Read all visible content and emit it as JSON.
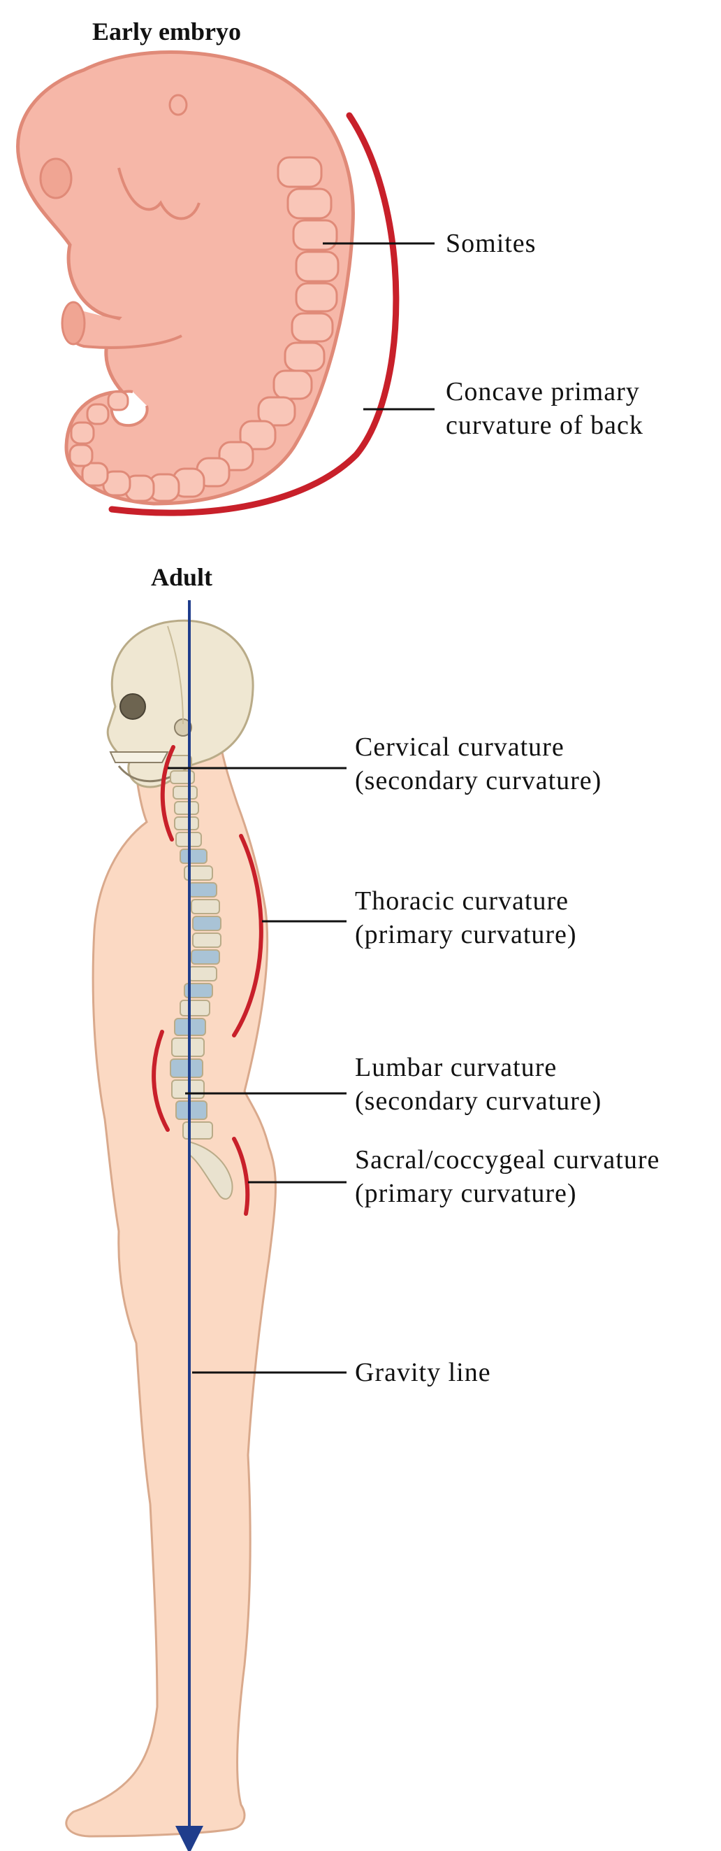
{
  "embryo": {
    "title": "Early embryo",
    "labels": {
      "somites": "Somites",
      "concave_line1": "Concave primary",
      "concave_line2": "curvature of back"
    }
  },
  "adult": {
    "title": "Adult",
    "labels": {
      "cervical_line1": "Cervical curvature",
      "cervical_line2": "(secondary curvature)",
      "thoracic_line1": "Thoracic curvature",
      "thoracic_line2": "(primary curvature)",
      "lumbar_line1": "Lumbar curvature",
      "lumbar_line2": "(secondary curvature)",
      "sacral_line1": "Sacral/coccygeal curvature",
      "sacral_line2": "(primary curvature)",
      "gravity": "Gravity line"
    }
  },
  "colors": {
    "curvature_marker": "#c8202a",
    "gravity_line": "#1f3d8c",
    "leader_line": "#111111",
    "embryo_fill": "#f6b7a8",
    "embryo_outline": "#e08a78",
    "skin_fill": "#fbd9c3",
    "skin_outline": "#d9a98c",
    "bone_fill": "#e9e2cf",
    "disc_fill": "#a9c3d6"
  }
}
